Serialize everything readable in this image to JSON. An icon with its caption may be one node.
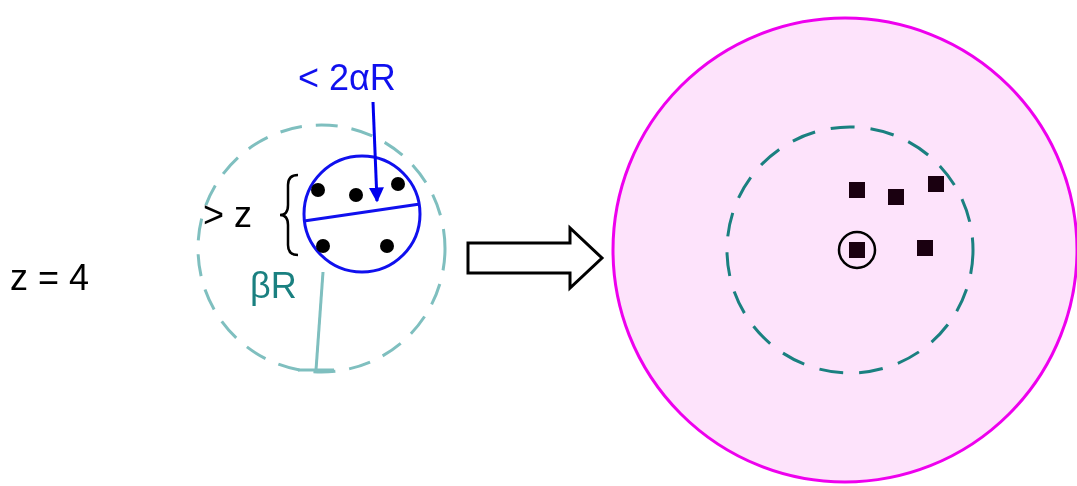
{
  "diagram": {
    "nodes": [
      {
        "text": [],
        "shape": "circle"
      },
      {
        "text": [],
        "shape": "circle",
        "in": 0
      },
      {
        "text": [],
        "shape": "circle"
      },
      {
        "text": [],
        "shape": "circle",
        "in": 2
      },
      {
        "text": [
          "< 2αR"
        ]
      }
    ],
    "edges": [
      {
        "from": 0,
        "to": 2,
        "arrow": "to"
      },
      {
        "from": 4,
        "to": 1,
        "arrow": "to",
        "color": "#0000ee"
      }
    ],
    "labels": [
      "z = 4",
      "> z",
      "βR"
    ]
  }
}
